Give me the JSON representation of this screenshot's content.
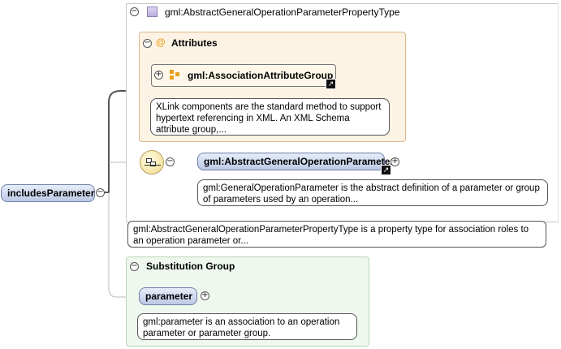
{
  "root_element": {
    "label": "includesParameter"
  },
  "complex_type": {
    "title": "gml:AbstractGeneralOperationParameterPropertyType",
    "documentation": "gml:AbstractGeneralOperationParameterPropertyType is a property type for association roles to an operation parameter or..."
  },
  "attributes": {
    "title": "Attributes",
    "group": {
      "label": "gml:AssociationAttributeGroup"
    },
    "documentation": "XLink components are the standard method to support hypertext referencing in XML. An XML Schema attribute group,..."
  },
  "sequence": {
    "element": {
      "label": "gml:AbstractGeneralOperationParameter"
    },
    "documentation": "gml:GeneralOperationParameter is the abstract definition of a parameter or group of parameters used by an operation..."
  },
  "substitution_group": {
    "title": "Substitution Group",
    "element": {
      "label": "parameter"
    },
    "documentation": "gml:parameter is an association to an operation parameter or parameter group."
  },
  "colors": {
    "node_fill": "#bdc9e6",
    "attributes_fill": "#fdf3e4",
    "substitution_fill": "#eef8ee",
    "attribute_icon": "#e8a020"
  }
}
